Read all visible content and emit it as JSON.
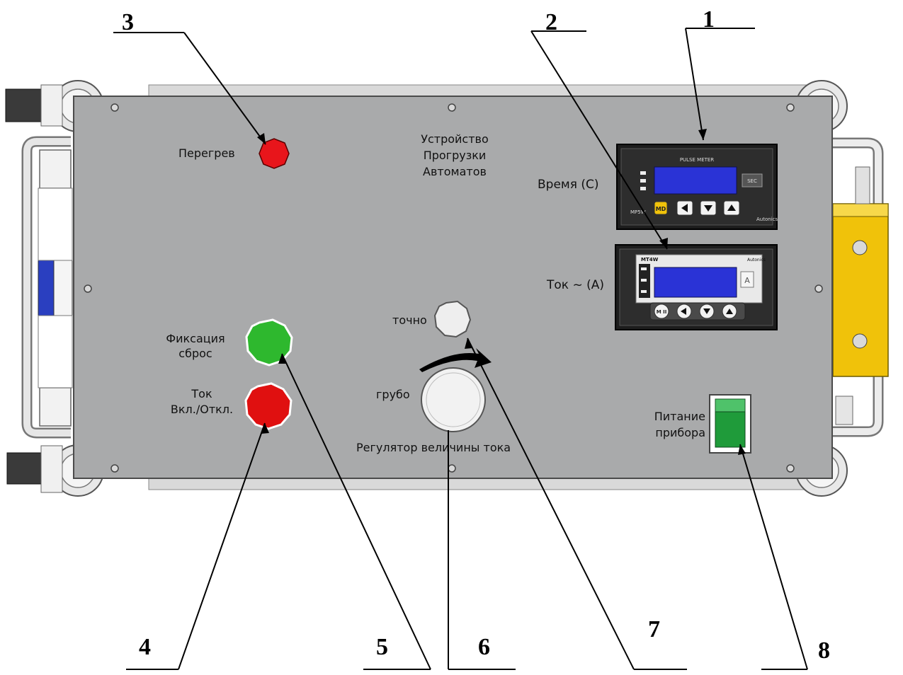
{
  "title_lines": [
    "Устройство",
    "Прогрузки",
    "Автоматов"
  ],
  "labels": {
    "overheat": "Перегрев",
    "time": "Время (С)",
    "current": "Ток ~ (А)",
    "fix_line1": "Фиксация",
    "fix_line2": "сброс",
    "tok_line1": "Ток",
    "tok_line2": "Вкл./Откл.",
    "fine": "точно",
    "coarse": "грубо",
    "regulator": "Регулятор величины тока",
    "power_line1": "Питание",
    "power_line2": "прибора"
  },
  "meter_top": {
    "brand_text": "PULSE METER",
    "unit_text": "SEC",
    "md": "MD",
    "model_left": "MP5W",
    "maker": "Autonics"
  },
  "meter_bottom": {
    "model": "MT4W",
    "maker": "Autonics",
    "unit_text": "A",
    "md": "M II"
  },
  "callouts": [
    "1",
    "2",
    "3",
    "4",
    "5",
    "6",
    "7",
    "8"
  ],
  "colors": {
    "panel": "#a9aaab",
    "overheat_lamp": "#e8151b",
    "fix_button": "#2eb82e",
    "tok_button": "#e01010",
    "power_switch": "#1f9b3a",
    "meter_display": "#2a33d6",
    "side_bracket": "#f0c20a"
  }
}
